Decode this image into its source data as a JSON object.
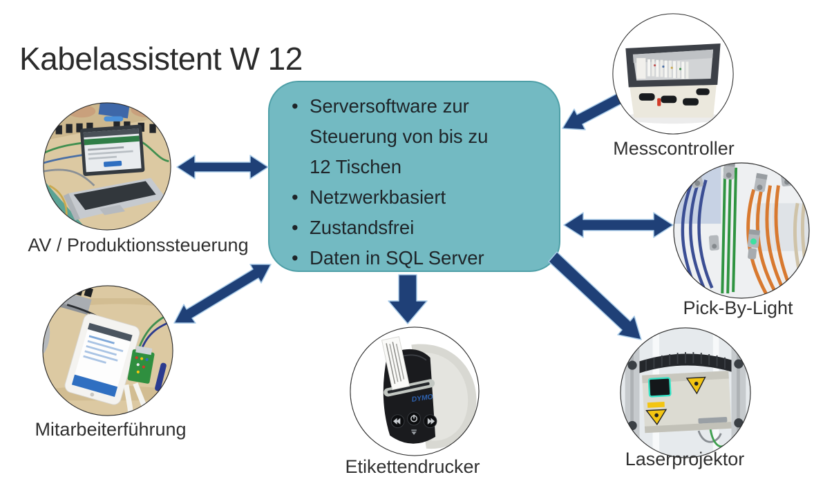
{
  "slide": {
    "title": "Kabelassistent W 12"
  },
  "colors": {
    "background": "#ffffff",
    "title_text": "#2b2b2b",
    "box_fill": "#73BAC2",
    "box_border": "#4E9FA7",
    "box_text": "#1e2428",
    "arrow_fill": "#1F4077",
    "arrow_edge": "#A8CBE8",
    "label_text": "#2f2f2f"
  },
  "center_box": {
    "bullets": [
      "Serversoftware zur\nSteuerung von bis zu\n12 Tischen",
      "Netzwerkbasiert",
      "Zustandsfrei",
      "Daten in SQL Server"
    ]
  },
  "nodes": {
    "av": {
      "label": "AV / Produktionssteuerung",
      "image": "laptop-on-cable-workbench-photo"
    },
    "messcontroller": {
      "label": "Messcontroller",
      "image": "measurement-controller-box-photo"
    },
    "pick_by_light": {
      "label": "Pick-By-Light",
      "image": "colored-cable-bundles-photo"
    },
    "laserprojektor": {
      "label": "Laserprojektor",
      "image": "laser-projector-on-frame-photo"
    },
    "etikettendrucker": {
      "label": "Etikettendrucker",
      "image": "label-printer-photo",
      "printer_brand": "DYMO"
    },
    "mitarbeiterfuehrung": {
      "label": "Mitarbeiterführung",
      "image": "tablet-on-workbench-photo"
    }
  },
  "arrows": [
    {
      "between": [
        "av",
        "center"
      ],
      "direction": "bidirectional"
    },
    {
      "between": [
        "messcontroller",
        "center"
      ],
      "direction": "to-center"
    },
    {
      "between": [
        "center",
        "pick_by_light"
      ],
      "direction": "bidirectional"
    },
    {
      "between": [
        "center",
        "laserprojektor"
      ],
      "direction": "from-center"
    },
    {
      "between": [
        "center",
        "etikettendrucker"
      ],
      "direction": "from-center"
    },
    {
      "between": [
        "center",
        "mitarbeiterfuehrung"
      ],
      "direction": "bidirectional"
    }
  ]
}
